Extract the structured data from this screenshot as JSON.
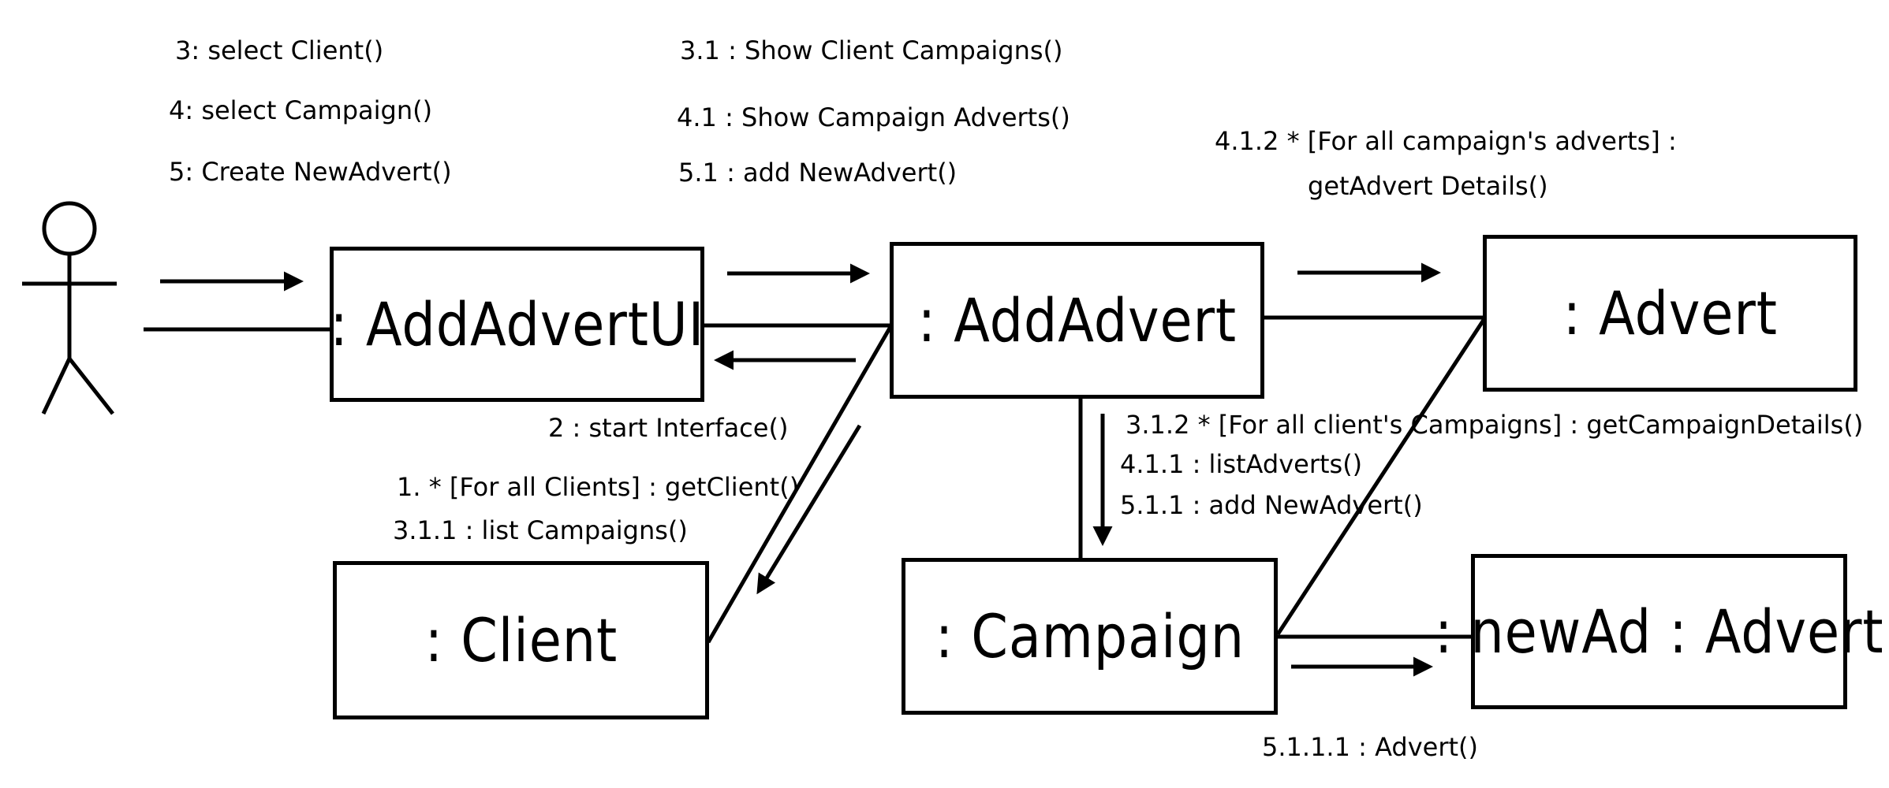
{
  "objects": {
    "ui": ": AddAdvertUI",
    "control": ": AddAdvert",
    "advert": ": Advert",
    "client": ": Client",
    "campaign": ": Campaign",
    "new_advert": ": newAd : Advert"
  },
  "messages": {
    "actor_to_ui": [
      "3: select Client()",
      "4: select Campaign()",
      "5: Create NewAdvert()"
    ],
    "ui_to_control": [
      "3.1 : Show Client Campaigns()",
      "4.1 : Show Campaign Adverts()",
      "5.1 : add NewAdvert()"
    ],
    "control_to_advert": [
      "4.1.2  * [For all campaign's adverts] :",
      "getAdvert Details()"
    ],
    "control_to_ui": "2 : start Interface()",
    "control_to_client": [
      "1. * [For all Clients] : getClient()",
      "3.1.1 : list Campaigns()"
    ],
    "control_to_campaign": [
      "3.1.2 * [For all client's Campaigns] : getCampaignDetails()",
      "4.1.1 : listAdverts()",
      "5.1.1 : add NewAdvert()"
    ],
    "campaign_to_new_advert": "5.1.1.1 : Advert()"
  }
}
